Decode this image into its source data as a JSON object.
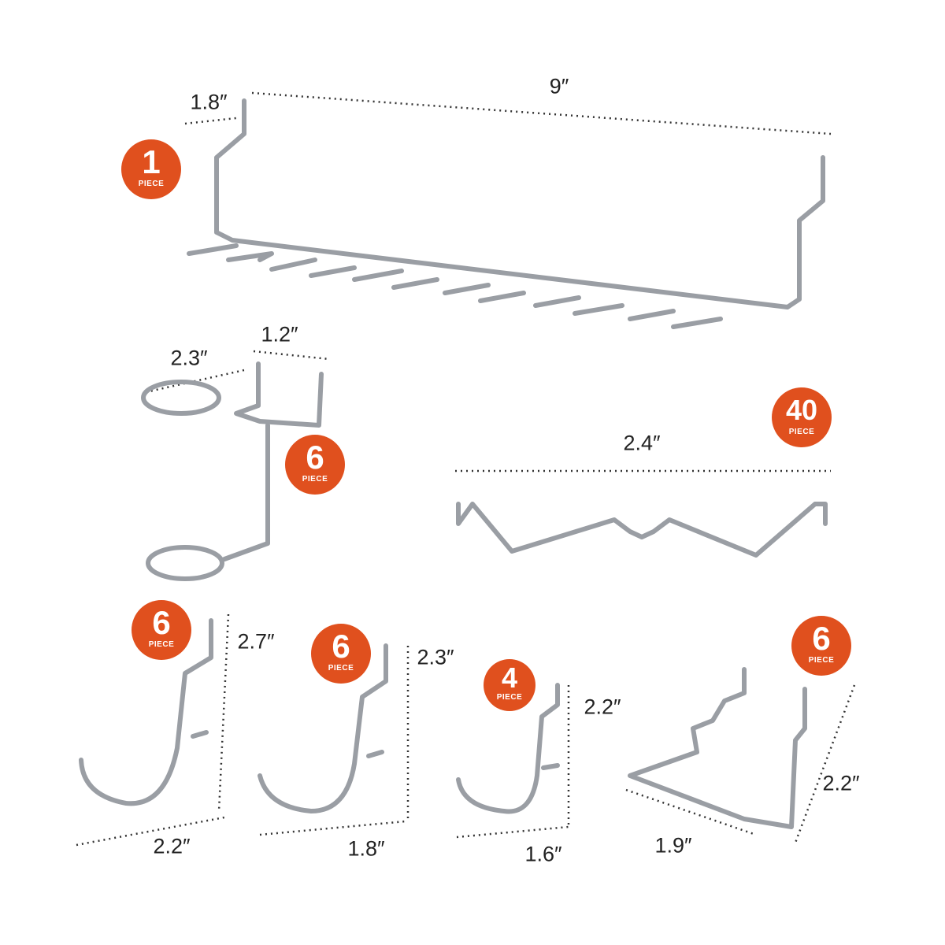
{
  "colors": {
    "badge": "#e0501e",
    "wire": "#9a9ea4",
    "dots": "#333333"
  },
  "badges": [
    {
      "count": "1",
      "unit": "PIECE"
    },
    {
      "count": "6",
      "unit": "PIECE"
    },
    {
      "count": "40",
      "unit": "PIECE"
    },
    {
      "count": "6",
      "unit": "PIECE"
    },
    {
      "count": "6",
      "unit": "PIECE"
    },
    {
      "count": "4",
      "unit": "PIECE"
    },
    {
      "count": "6",
      "unit": "PIECE"
    }
  ],
  "dimensions": {
    "rack_depth": "1.8″",
    "rack_width": "9″",
    "holder_depth": "2.3″",
    "holder_width": "1.2″",
    "clip_width": "2.4″",
    "hook_large_height": "2.7″",
    "hook_large_depth": "2.2″",
    "hook_medium_height": "2.3″",
    "hook_medium_depth": "1.8″",
    "hook_small_height": "2.2″",
    "hook_small_depth": "1.6″",
    "bracket_depth": "1.9″",
    "bracket_height": "2.2″"
  }
}
